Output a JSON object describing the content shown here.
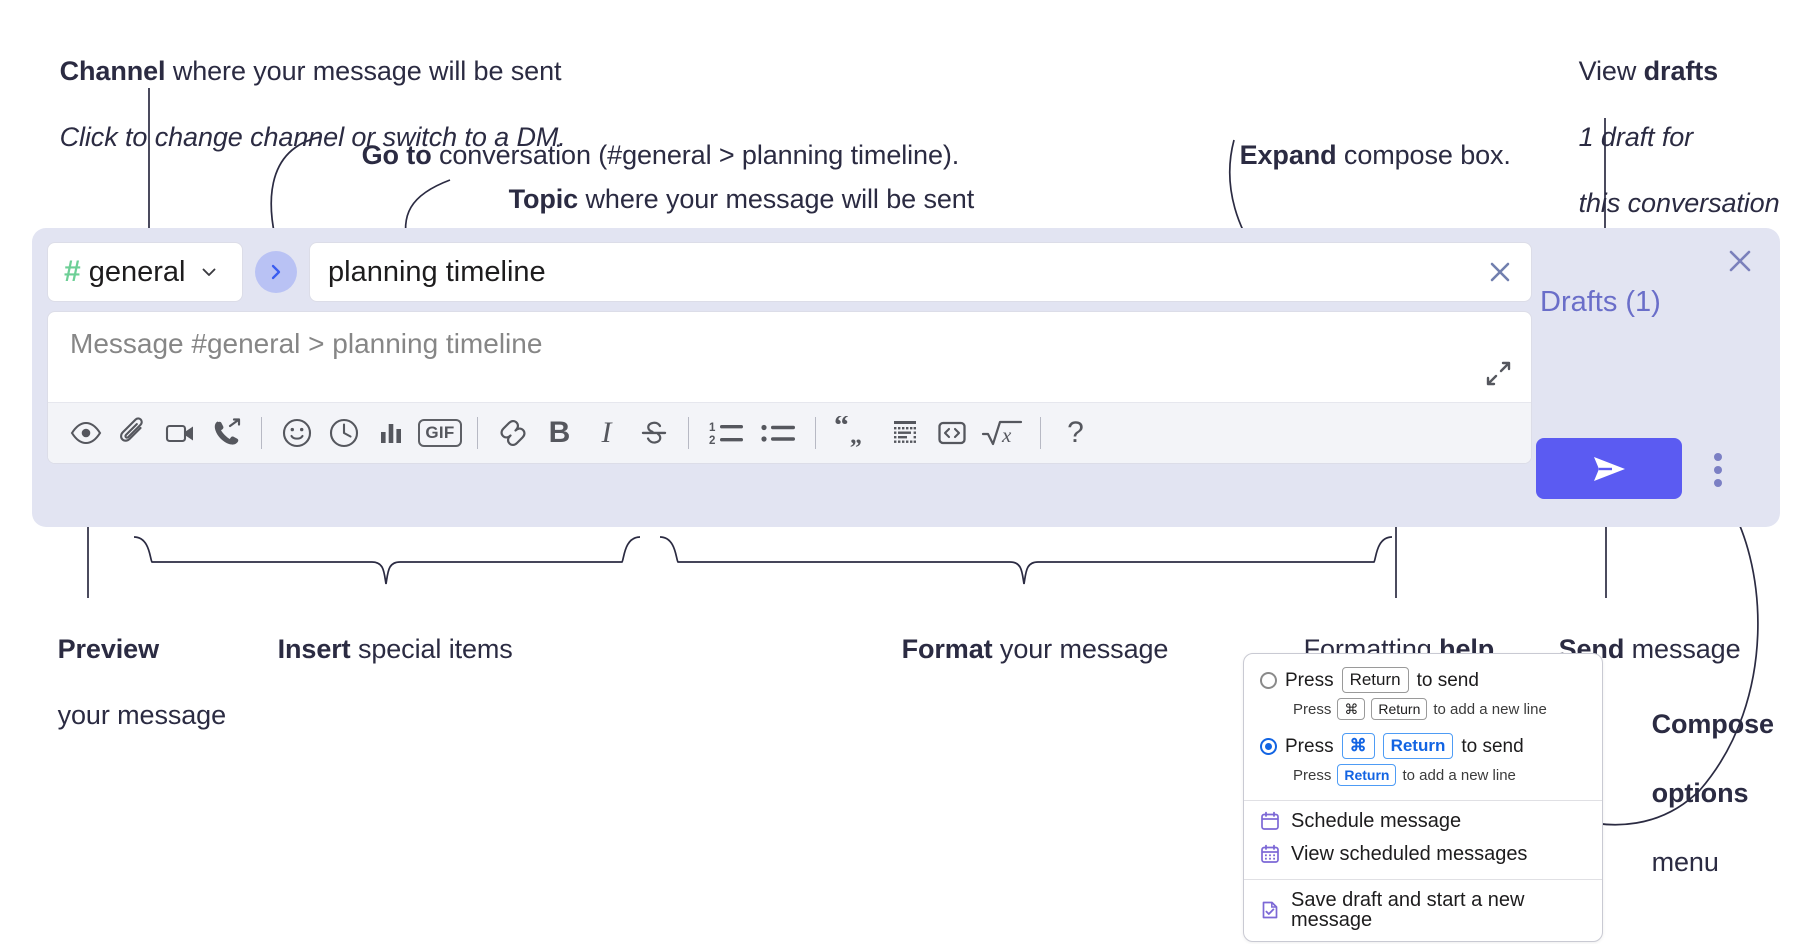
{
  "annotations": {
    "channel": {
      "bold": "Channel",
      "rest": " where your message will be sent",
      "italic": "Click to change channel or switch to a DM."
    },
    "goto": {
      "bold": "Go to",
      "rest": " conversation (#general > planning timeline)."
    },
    "topic": {
      "bold": "Topic",
      "rest": " where your message will be sent"
    },
    "expand": {
      "bold": "Expand",
      "rest": " compose box."
    },
    "drafts": {
      "plain": "View ",
      "bold": "drafts",
      "italic1": "1 draft for",
      "italic2": "this conversation"
    },
    "preview": {
      "bold": "Preview",
      "rest": "your message"
    },
    "insert": {
      "bold": "Insert",
      "rest": " special items"
    },
    "format": {
      "bold": "Format",
      "rest": " your message"
    },
    "formatting_help": {
      "plain": "Formatting ",
      "bold": "help"
    },
    "send": {
      "bold": "Send",
      "rest": " message"
    },
    "compose_options": {
      "bold1": "Compose",
      "bold2": "options",
      "rest": "menu"
    }
  },
  "compose": {
    "channel_selector": {
      "hash": "#",
      "name": "general",
      "icon": "chevron-down-icon"
    },
    "goto_button": {
      "icon": "chevron-right-icon"
    },
    "topic_field": {
      "value": "planning timeline",
      "clear_icon": "close-icon"
    },
    "message_input": {
      "placeholder": "Message #general > planning timeline"
    },
    "expand_icon": "expand-arrows-icon",
    "toolbar": [
      {
        "name": "preview-icon",
        "label": "Preview"
      },
      {
        "name": "attachment-icon",
        "label": "Attach file"
      },
      {
        "name": "video-camera-icon",
        "label": "Record video clip"
      },
      {
        "name": "phone-forward-icon",
        "label": "Huddle"
      },
      {
        "name": "divider-1",
        "label": ""
      },
      {
        "name": "emoji-icon",
        "label": "Emoji"
      },
      {
        "name": "clock-icon",
        "label": "Reminder"
      },
      {
        "name": "bar-chart-icon",
        "label": "Poll"
      },
      {
        "name": "gif-icon",
        "label": "GIF"
      },
      {
        "name": "divider-2",
        "label": ""
      },
      {
        "name": "link-icon",
        "label": "Link"
      },
      {
        "name": "bold-icon",
        "label": "B"
      },
      {
        "name": "italic-icon",
        "label": "I"
      },
      {
        "name": "strikethrough-icon",
        "label": "Strikethrough"
      },
      {
        "name": "divider-3",
        "label": ""
      },
      {
        "name": "ordered-list-icon",
        "label": "Ordered list"
      },
      {
        "name": "bulleted-list-icon",
        "label": "Bulleted list"
      },
      {
        "name": "divider-4",
        "label": ""
      },
      {
        "name": "blockquote-icon",
        "label": "Blockquote"
      },
      {
        "name": "code-block-icon",
        "label": "Code block"
      },
      {
        "name": "code-icon",
        "label": "Code"
      },
      {
        "name": "math-icon",
        "label": "Math"
      },
      {
        "name": "divider-5",
        "label": ""
      },
      {
        "name": "help-icon",
        "label": "?"
      }
    ],
    "gif_label": "GIF",
    "bold_label": "B",
    "italic_label": "I",
    "help_label": "?",
    "panel": {
      "close_icon": "close-icon",
      "drafts_label": "Drafts (1)",
      "send_icon": "send-paper-plane-icon",
      "overflow_icon": "kebab-menu-icon"
    }
  },
  "dropdown": {
    "option_return": {
      "main_pre": "Press",
      "main_key": "Return",
      "main_post": "to send",
      "sub_pre": "Press",
      "sub_key1": "⌘",
      "sub_key2": "Return",
      "sub_post": "to add a new line",
      "selected": false
    },
    "option_cmd_return": {
      "main_pre": "Press",
      "main_key1": "⌘",
      "main_key2": "Return",
      "main_post": "to send",
      "sub_pre": "Press",
      "sub_key": "Return",
      "sub_post": "to add a new line",
      "selected": true
    },
    "items": [
      {
        "label": "Schedule message",
        "icon": "calendar-icon"
      },
      {
        "label": "View scheduled messages",
        "icon": "calendar-grid-icon"
      },
      {
        "label": "Save draft and start a new message",
        "icon": "document-check-icon"
      }
    ]
  },
  "colors": {
    "panel_bg": "#e2e4f2",
    "send_button": "#5b5bf2",
    "hash_green": "#6dcf96",
    "drafts_text": "#6a6ec9",
    "goto_bg": "#b9c2f4",
    "toolbar_bg": "#f3f4f8",
    "annotation_text": "#2b2b42",
    "accent_blue": "#1264e3"
  }
}
